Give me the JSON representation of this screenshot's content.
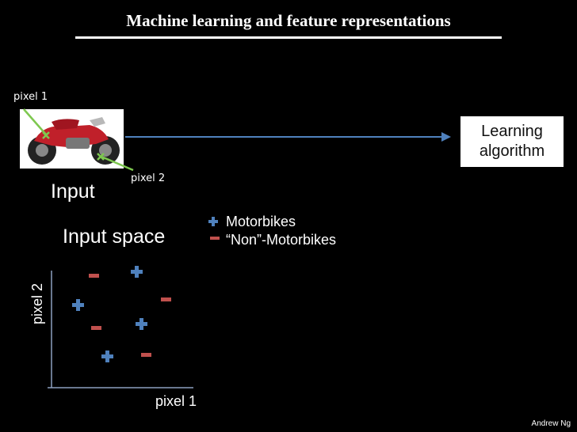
{
  "title": "Machine learning and feature representations",
  "image_labels": {
    "pixel1": "pixel 1",
    "pixel2": "pixel 2"
  },
  "input_label": "Input",
  "learning_box": {
    "line1": "Learning",
    "line2": "algorithm"
  },
  "input_space_label": "Input space",
  "legend": {
    "positive": "Motorbikes",
    "negative": "“Non”-Motorbikes"
  },
  "axes": {
    "x_label": "pixel 1",
    "y_label": "pixel 2"
  },
  "footer": "Andrew Ng",
  "colors": {
    "positive": "#4f81bd",
    "negative": "#c0504d",
    "arrow": "#4f81bd",
    "pointer": "#7ec850"
  }
}
